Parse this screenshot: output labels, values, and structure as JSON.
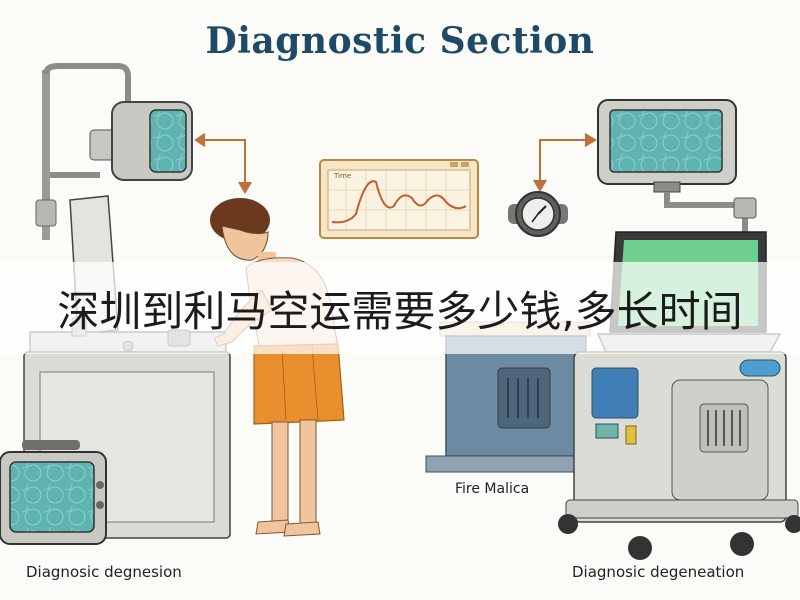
{
  "title": "Diagnostic Section",
  "banner": "深圳到利马空运需要多少钱,多长时间",
  "labels": {
    "bottom_left": "Diagnosic degnesion",
    "bottom_right": "Diagnosic degeneation",
    "middle": "Fire Malica"
  },
  "chart_card": {
    "title": "Time"
  },
  "colors": {
    "title": "#1f4a66",
    "screen": "#5fb3b0",
    "arrow": "#c0703a",
    "gown": "#e8902e",
    "skin": "#f0c49d",
    "cabinet": "#dcdcd6",
    "blue_panel": "#6d8aa3"
  }
}
